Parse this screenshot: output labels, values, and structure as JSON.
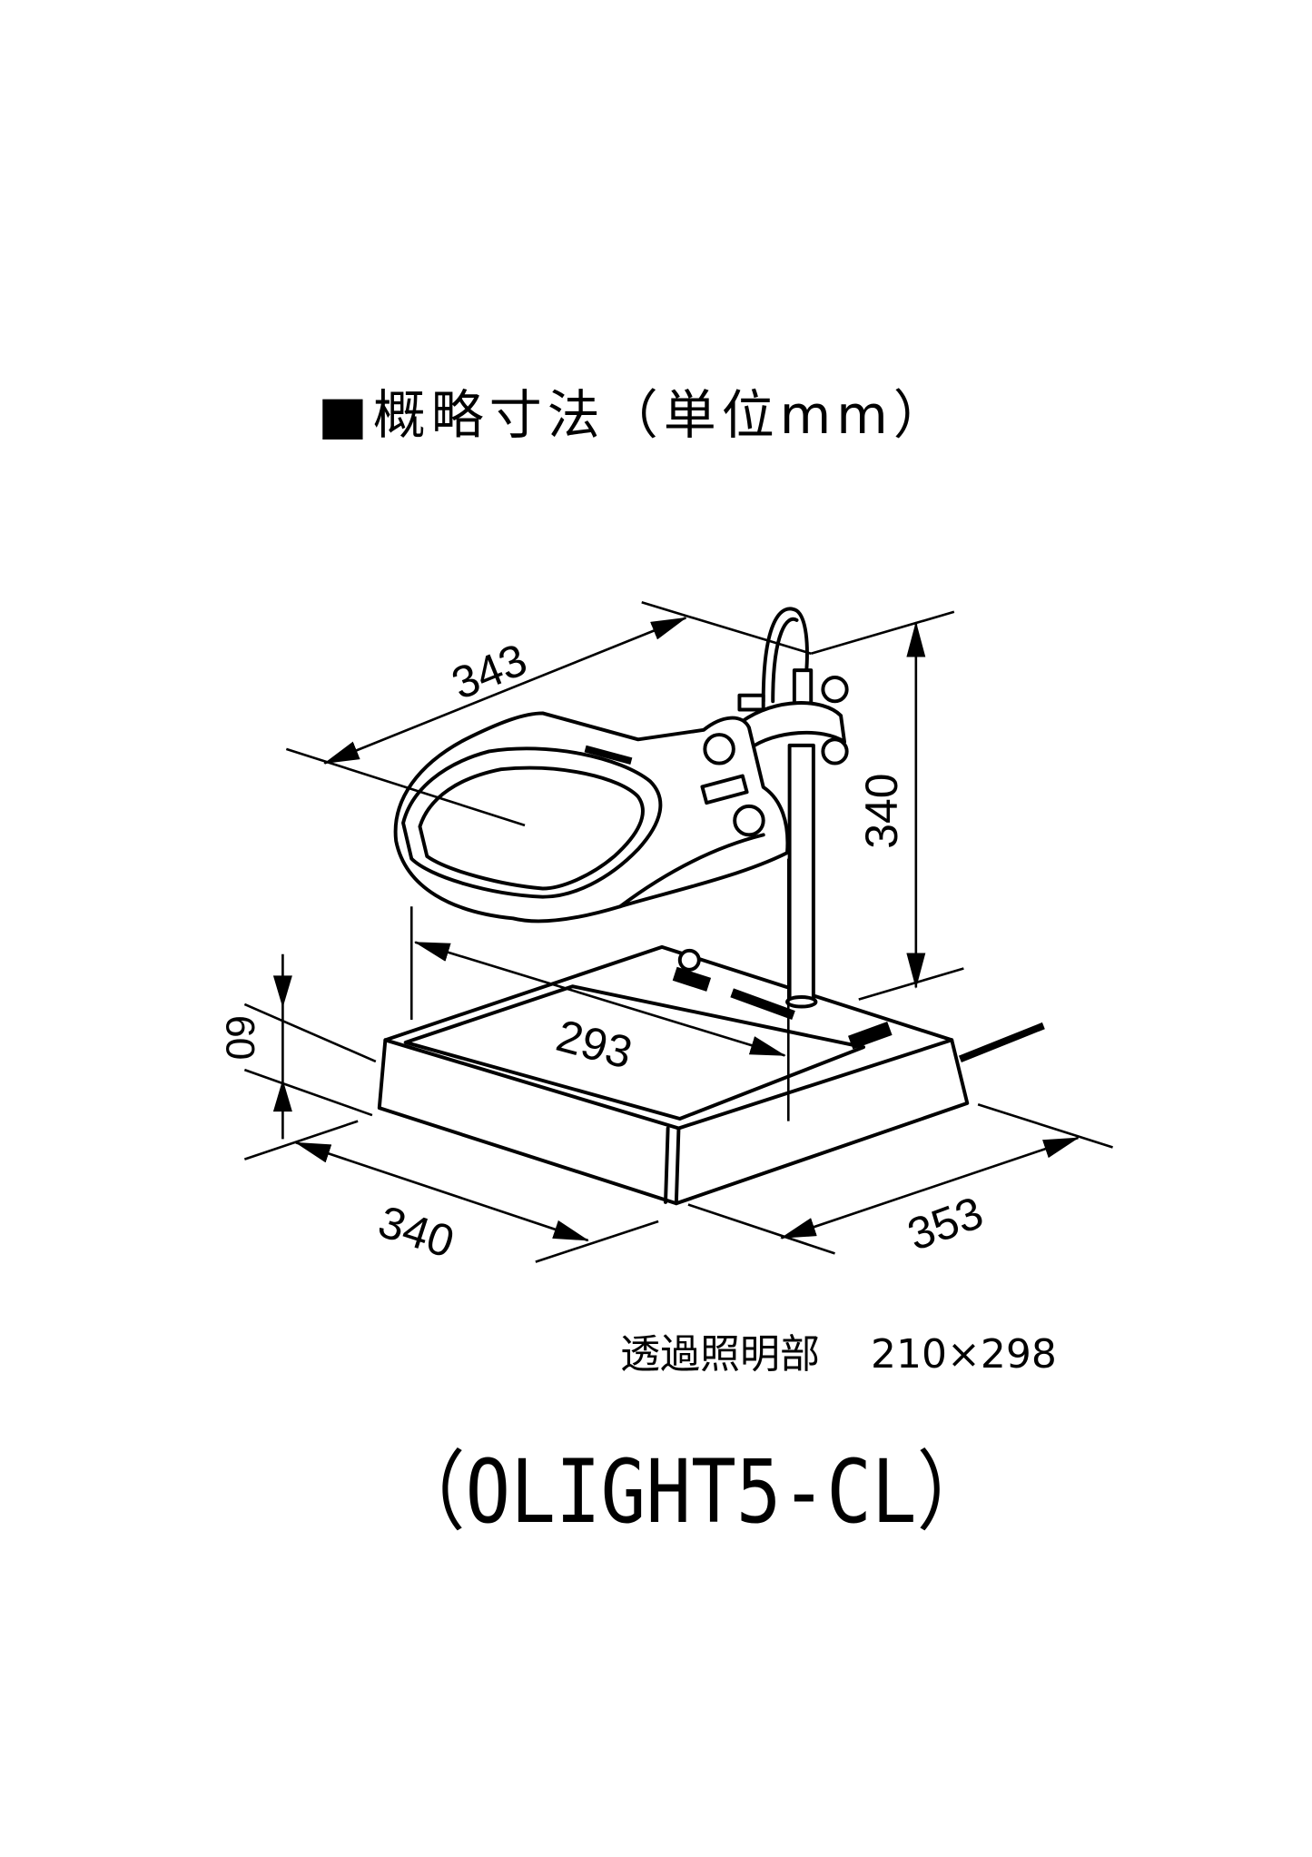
{
  "title": "■概略寸法（単位mm）",
  "dimensions": {
    "lamp_width": "343",
    "height": "340",
    "arm_reach": "293",
    "base_height": "60",
    "base_depth": "340",
    "base_width": "353"
  },
  "illumination": {
    "label": "透過照明部",
    "size": "210×298"
  },
  "model": "（OLIGHT5-CL）"
}
